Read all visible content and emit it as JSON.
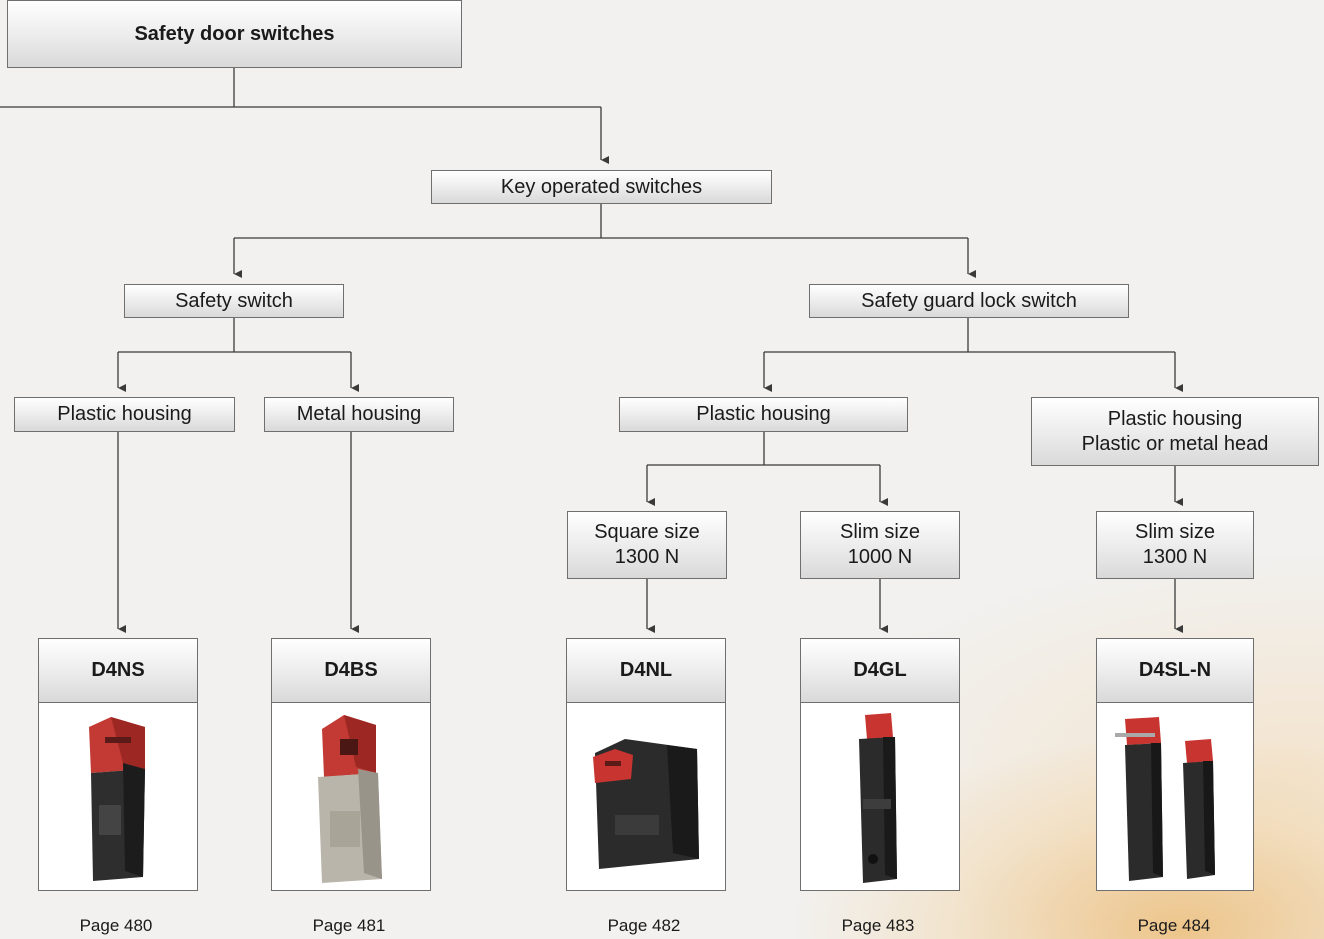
{
  "root": {
    "label": "Safety door switches"
  },
  "key_operated": {
    "label": "Key operated switches"
  },
  "safety_switch": {
    "label": "Safety switch"
  },
  "guard_lock": {
    "label": "Safety guard lock switch"
  },
  "ss_plastic": {
    "label": "Plastic housing"
  },
  "ss_metal": {
    "label": "Metal housing"
  },
  "gl_plastic": {
    "label": "Plastic housing"
  },
  "gl_plastic_metal": {
    "line1": "Plastic housing",
    "line2": "Plastic or metal head"
  },
  "square_size": {
    "line1": "Square size",
    "line2": "1300 N"
  },
  "slim_size_1000": {
    "line1": "Slim size",
    "line2": "1000 N"
  },
  "slim_size_1300": {
    "line1": "Slim size",
    "line2": "1300 N"
  },
  "products": [
    {
      "name": "D4NS",
      "page": "Page 480"
    },
    {
      "name": "D4BS",
      "page": "Page 481"
    },
    {
      "name": "D4NL",
      "page": "Page 482"
    },
    {
      "name": "D4GL",
      "page": "Page 483"
    },
    {
      "name": "D4SL-N",
      "page": "Page 484"
    }
  ],
  "colors": {
    "line": "#3a3a3a",
    "box_border": "#6f6f6f",
    "switch_red": "#c8342f",
    "switch_body": "#2e2e2e",
    "metal_body": "#b9b5aa"
  }
}
